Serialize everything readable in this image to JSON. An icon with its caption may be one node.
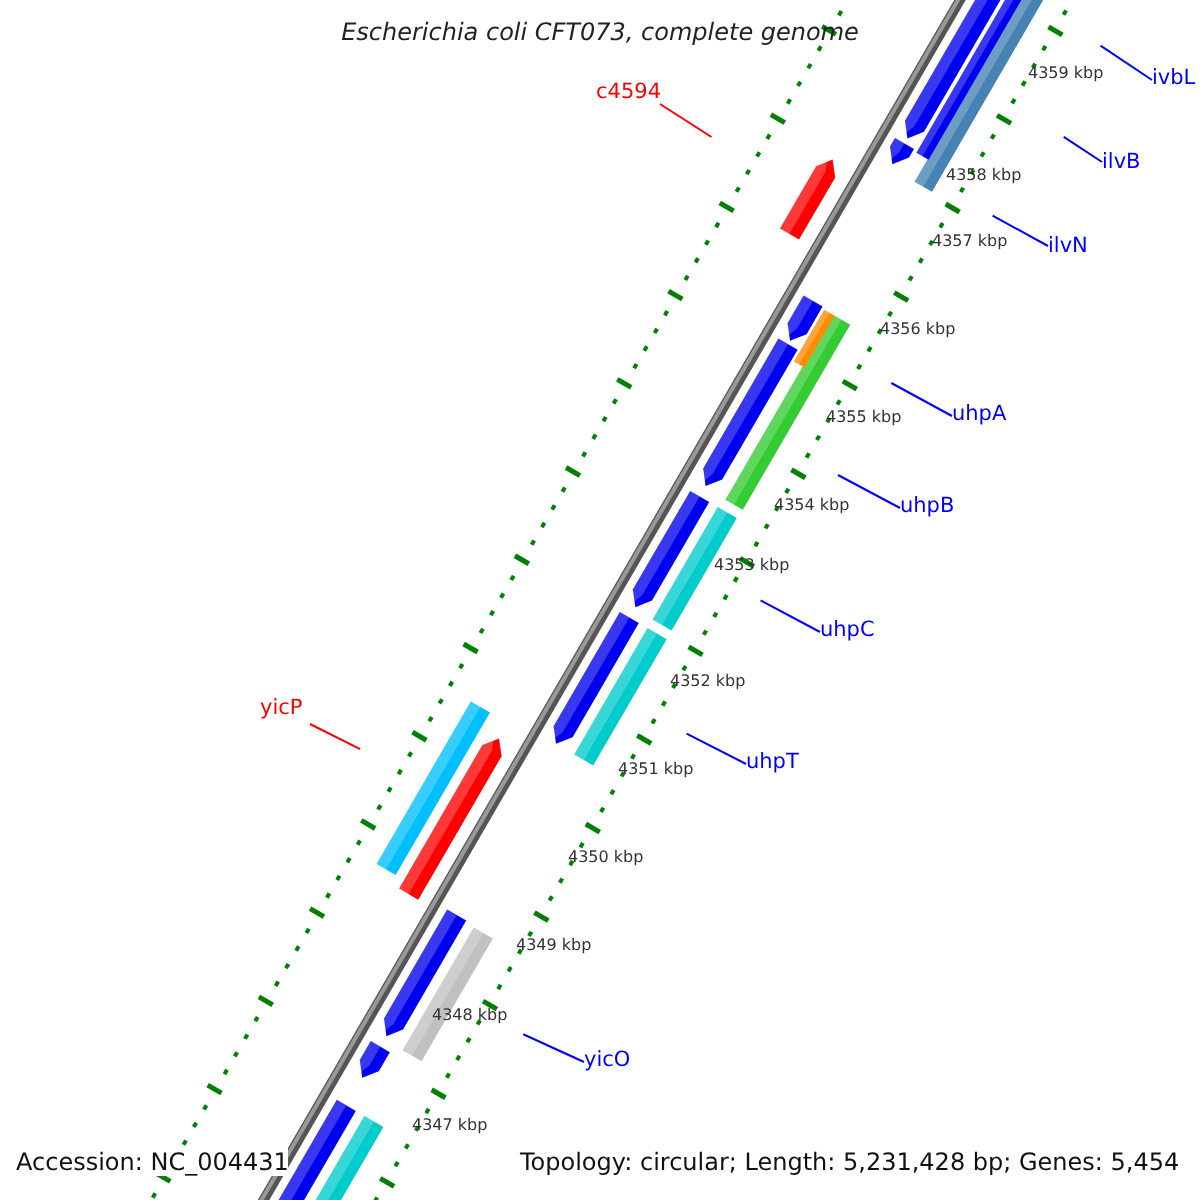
{
  "diagram": {
    "title": "Escherichia coli CFT073, complete genome",
    "nodes": [
      {
        "text": [
          "ivbL"
        ]
      },
      {
        "text": [
          "c4594"
        ]
      },
      {
        "text": [
          "ilvB"
        ]
      },
      {
        "text": [
          "ilvN"
        ]
      },
      {
        "text": [
          "uhpA"
        ]
      },
      {
        "text": [
          "uhpB"
        ]
      },
      {
        "text": [
          "uhpC"
        ]
      },
      {
        "text": [
          "uhpT"
        ]
      },
      {
        "text": [
          "yicP"
        ]
      },
      {
        "text": [
          "yicO"
        ]
      }
    ],
    "edges": [
      {
        "from": 0,
        "to": null,
        "arrow": "none"
      },
      {
        "from": 1,
        "to": null,
        "arrow": "none",
        "color": "#ff0000"
      },
      {
        "from": 2,
        "to": null,
        "arrow": "none"
      },
      {
        "from": 3,
        "to": null,
        "arrow": "none"
      },
      {
        "from": 4,
        "to": null,
        "arrow": "none"
      },
      {
        "from": 5,
        "to": null,
        "arrow": "none"
      },
      {
        "from": 6,
        "to": null,
        "arrow": "none"
      },
      {
        "from": 7,
        "to": null,
        "arrow": "none"
      },
      {
        "from": 8,
        "to": null,
        "arrow": "none",
        "color": "#ff0000"
      },
      {
        "from": 9,
        "to": null,
        "arrow": "none"
      }
    ],
    "labels": [
      "4359 kbp",
      "4358 kbp",
      "4357 kbp",
      "4356 kbp",
      "4355 kbp",
      "4354 kbp",
      "4353 kbp",
      "4352 kbp",
      "4351 kbp",
      "4350 kbp",
      "4349 kbp",
      "4348 kbp",
      "4347 kbp",
      "Accession: NC_004431",
      "Topology: circular; Length: 5,231,428 bp; Genes: 5,454"
    ]
  }
}
